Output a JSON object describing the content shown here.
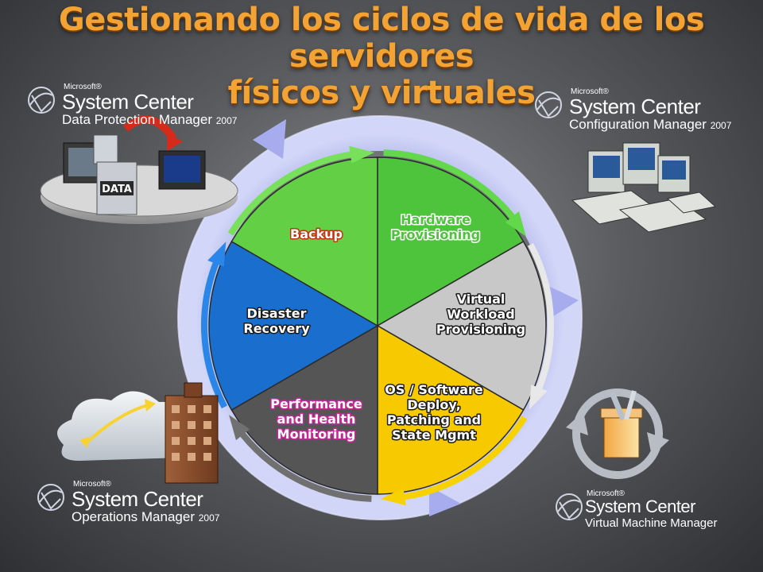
{
  "title_line1": "Gestionando los ciclos de vida de los servidores",
  "title_line2": "físicos y virtuales",
  "products": [
    {
      "ms": "Microsoft®",
      "brand": "System Center",
      "product": "Data Protection Manager",
      "year": "2007"
    },
    {
      "ms": "Microsoft®",
      "brand": "System Center",
      "product": "Configuration Manager",
      "year": "2007"
    },
    {
      "ms": "Microsoft®",
      "brand": "System Center",
      "product": "Virtual Machine Manager",
      "year": ""
    },
    {
      "ms": "Microsoft®",
      "brand": "System Center",
      "product": "Operations Manager",
      "year": "2007"
    }
  ],
  "data_label": "DATA",
  "segments": [
    {
      "lines": [
        "Hardware",
        "Provisioning"
      ],
      "color": "#4ec33c"
    },
    {
      "lines": [
        "Virtual",
        "Workload",
        "Provisioning"
      ],
      "color": "#c8c8c8"
    },
    {
      "lines": [
        "OS / Software",
        "Deploy,",
        "Patching and",
        "State Mgmt"
      ],
      "color": "#f7c900"
    },
    {
      "lines": [
        "Performance",
        "and Health",
        "Monitoring"
      ],
      "color": "#555555"
    },
    {
      "lines": [
        "Disaster",
        "Recovery"
      ],
      "color": "#1a6fce"
    },
    {
      "lines": [
        "Backup"
      ],
      "color": "#63cf44"
    }
  ]
}
